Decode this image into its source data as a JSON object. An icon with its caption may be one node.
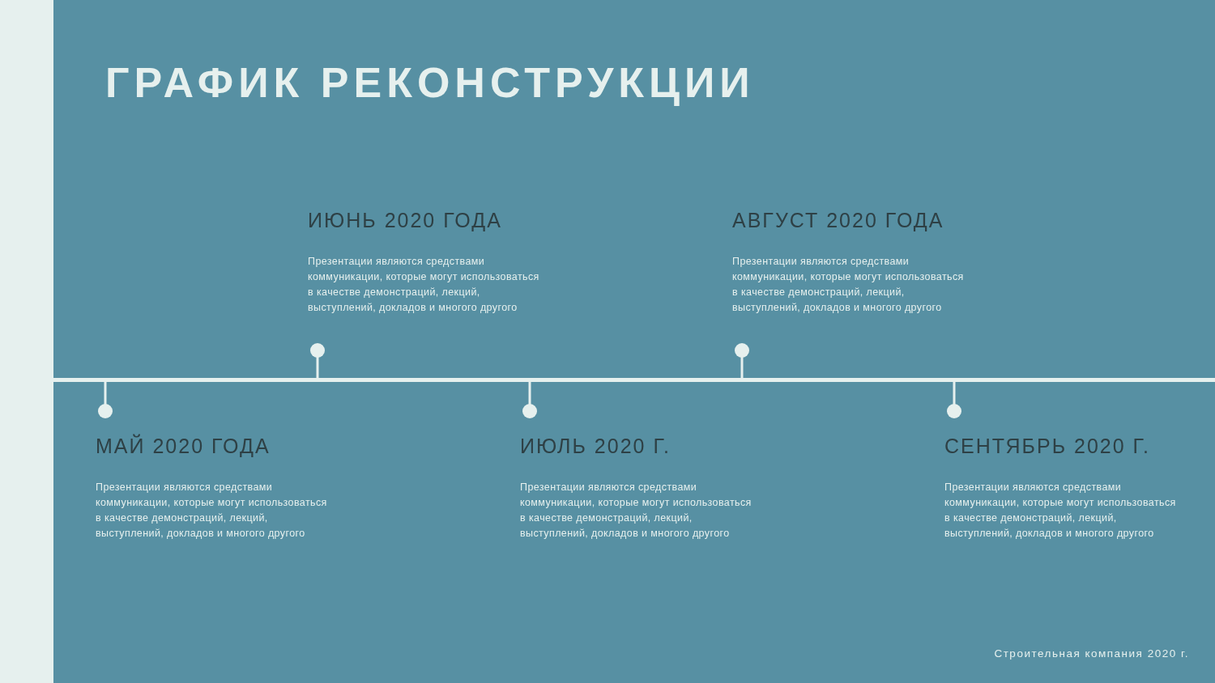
{
  "diagram": {
    "title": "ГРАФИК РЕКОНСТРУКЦИИ",
    "nodes": [
      {
        "text": [
          "МАЙ 2020 ГОДА",
          "Презентации являются средствами коммуникации, которые могут использоваться в качестве демонстраций, лекций, выступлений, докладов и многого другого"
        ]
      },
      {
        "text": [
          "ИЮНЬ 2020 ГОДА",
          "Презентации являются средствами коммуникации, которые могут использоваться в качестве демонстраций, лекций, выступлений, докладов и многого другого"
        ]
      },
      {
        "text": [
          "ИЮЛЬ 2020 Г.",
          "Презентации являются средствами коммуникации, которые могут использоваться в качестве демонстраций, лекций, выступлений, докладов и многого другого"
        ]
      },
      {
        "text": [
          "АВГУСТ 2020 ГОДА",
          "Презентации являются средствами коммуникации, которые могут использоваться в качестве демонстраций, лекций, выступлений, докладов и многого другого"
        ]
      },
      {
        "text": [
          "СЕНТЯБРЬ 2020 Г.",
          "Презентации являются средствами коммуникации, которые могут использоваться в качестве демонстраций, лекций, выступлений, докладов и многого другого"
        ]
      },
      {
        "text": [],
        "shape": "bar"
      }
    ],
    "edges": [
      {
        "from": 0,
        "to": 5,
        "arrow": "other"
      },
      {
        "from": 1,
        "to": 5,
        "arrow": "other"
      },
      {
        "from": 2,
        "to": 5,
        "arrow": "other"
      },
      {
        "from": 3,
        "to": 5,
        "arrow": "other"
      },
      {
        "from": 4,
        "to": 5,
        "arrow": "other"
      }
    ],
    "labels": [
      "Строительная компания 2020 г."
    ]
  }
}
